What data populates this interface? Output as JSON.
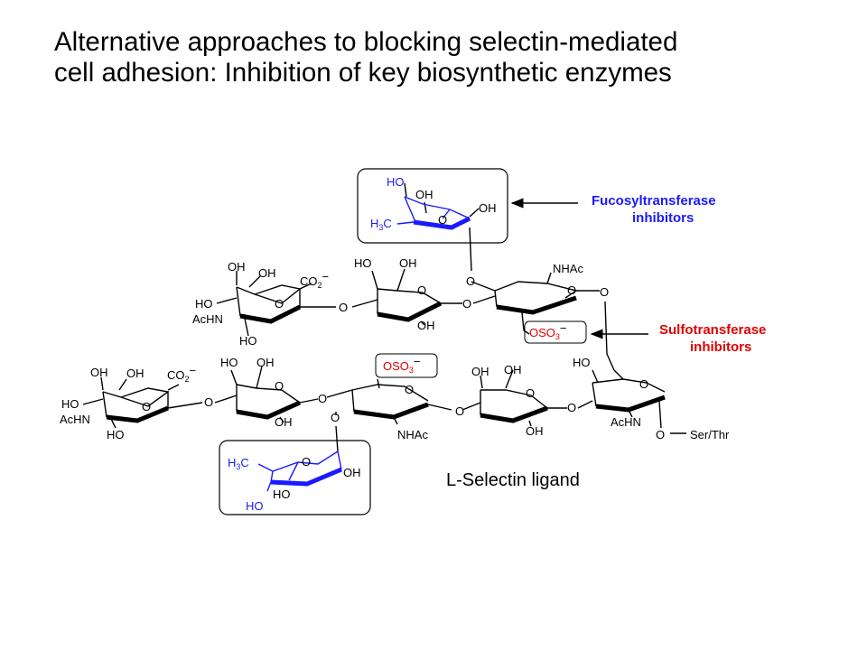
{
  "title": {
    "line1": "Alternative approaches to blocking selectin-mediated",
    "line2": "cell adhesion: Inhibition of key biosynthetic enzymes"
  },
  "callouts": {
    "fucosyl_line1": "Fucosyltransferase",
    "fucosyl_line2": "inhibitors",
    "sulfo_line1": "Sulfotransferase",
    "sulfo_line2": "inhibitors"
  },
  "ligand_label": "L-Selectin ligand",
  "atoms": {
    "HO": "HO",
    "OH": "OH",
    "O": "O",
    "H3C_main": "H",
    "H3C_sub": "3",
    "H3C_end": "C",
    "CO2": "CO",
    "CO2_sub": "2",
    "charge": "−",
    "AcHN": "AcHN",
    "NHAc": "NHAc",
    "OSO3": "OSO",
    "OSO3_sub": "3",
    "SerThr": "Ser/Thr"
  },
  "colors": {
    "fucose": "#1a1aff",
    "sulfate": "#e00000",
    "bonds": "#000000"
  }
}
